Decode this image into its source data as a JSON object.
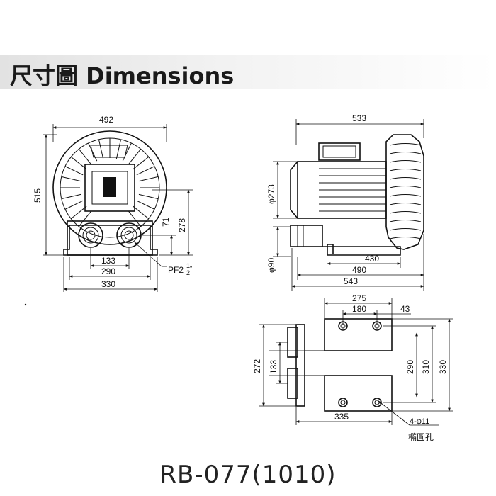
{
  "header": {
    "title": "尺寸圖 Dimensions"
  },
  "footer": {
    "model": "RB-077(1010)"
  },
  "front_view": {
    "width_top": "492",
    "height_total": "515",
    "height_center": "278",
    "height_outlet": "71",
    "port_spacing": "133",
    "base_inner": "290",
    "base_outer": "330",
    "pipe_thread_label": "PF2",
    "pipe_thread_num": "1",
    "pipe_thread_den": "2",
    "pipe_thread_suffix": "\""
  },
  "side_view": {
    "length_top": "533",
    "motor_diameter": "φ273",
    "port_diameter": "φ90",
    "length_430": "430",
    "length_490": "490",
    "length_543": "543"
  },
  "bottom_view": {
    "width_275": "275",
    "width_180": "180",
    "width_43": "43",
    "height_272": "272",
    "height_133": "133",
    "height_290": "290",
    "height_310": "310",
    "height_330": "330",
    "length_335": "335",
    "hole_label": "4-φ11",
    "hole_desc": "橢圓孔"
  }
}
